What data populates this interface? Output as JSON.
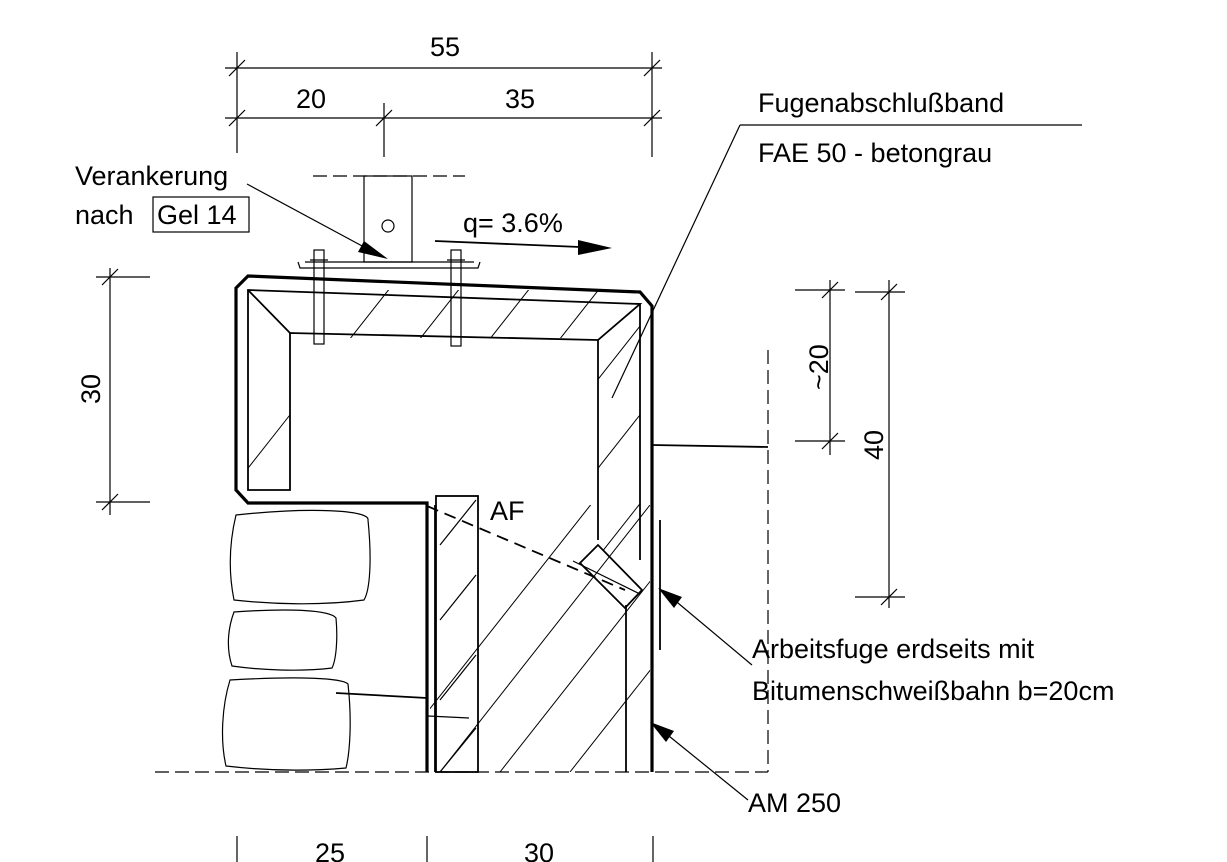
{
  "dimensions": {
    "top_total": "55",
    "top_left": "20",
    "top_right": "35",
    "left_height": "30",
    "right_approx": "~20",
    "right_total": "40",
    "bottom_left": "25",
    "bottom_right": "30"
  },
  "labels": {
    "anchor_line1": "Verankerung",
    "anchor_line2": "nach",
    "anchor_ref": "Gel 14",
    "slope": "q= 3.6%",
    "joint_tape_line1": "Fugenabschlußband",
    "joint_tape_line2": "FAE 50 - betongrau",
    "af": "AF",
    "work_joint_line1": "Arbeitsfuge erdseits mit",
    "work_joint_line2": "Bitumenschweißbahn b=20cm",
    "membrane": "AM 250"
  }
}
